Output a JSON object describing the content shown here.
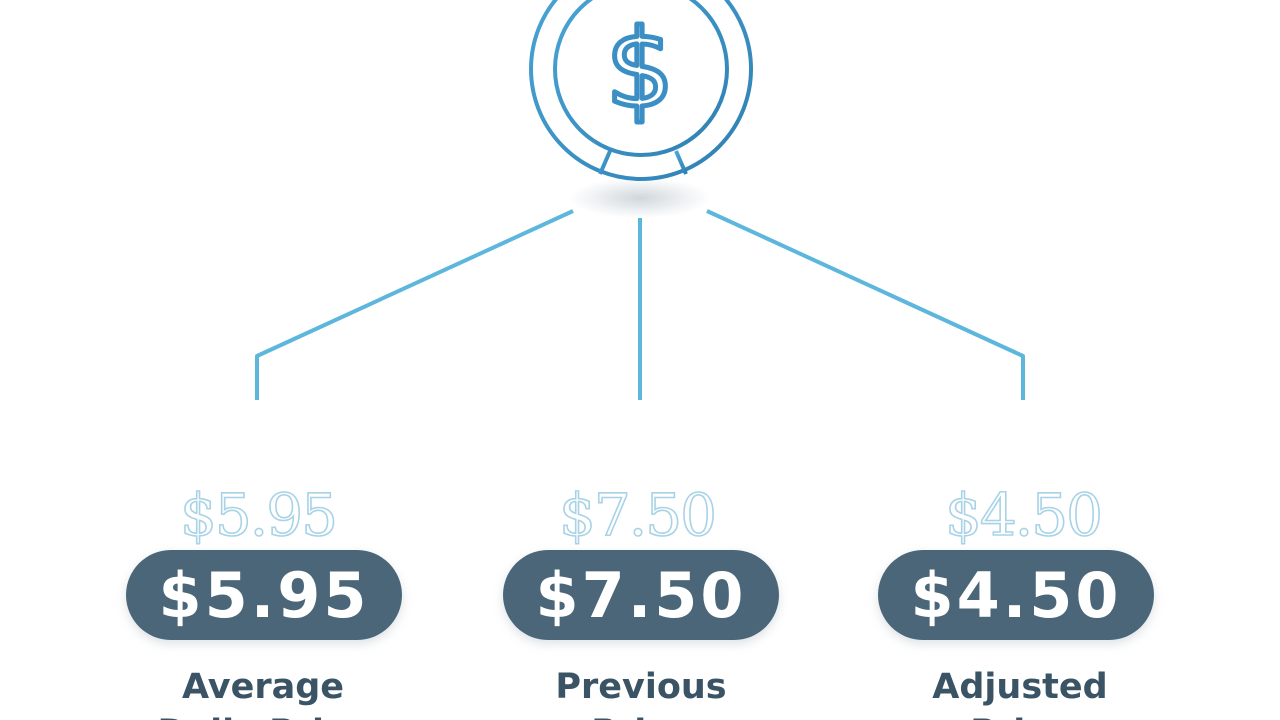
{
  "colors": {
    "primary": "#3b8fc4",
    "connector": "#5db6dc",
    "pill_fill": "#4a6678",
    "pill_text": "#ffffff",
    "label_text": "#3a5466",
    "ghost_outline": "#a8d3e6"
  },
  "hub": {
    "icon": "dollar-sign-coin-icon",
    "symbol": "$"
  },
  "items": [
    {
      "ghost_value": "$5.95",
      "value": "$5.95",
      "label_line1": "Average",
      "label_line2": "Daily Price"
    },
    {
      "ghost_value": "$7.50",
      "value": "$7.50",
      "label_line1": "Previous",
      "label_line2": "Price"
    },
    {
      "ghost_value": "$4.50",
      "value": "$4.50",
      "label_line1": "Adjusted",
      "label_line2": "Price"
    }
  ]
}
